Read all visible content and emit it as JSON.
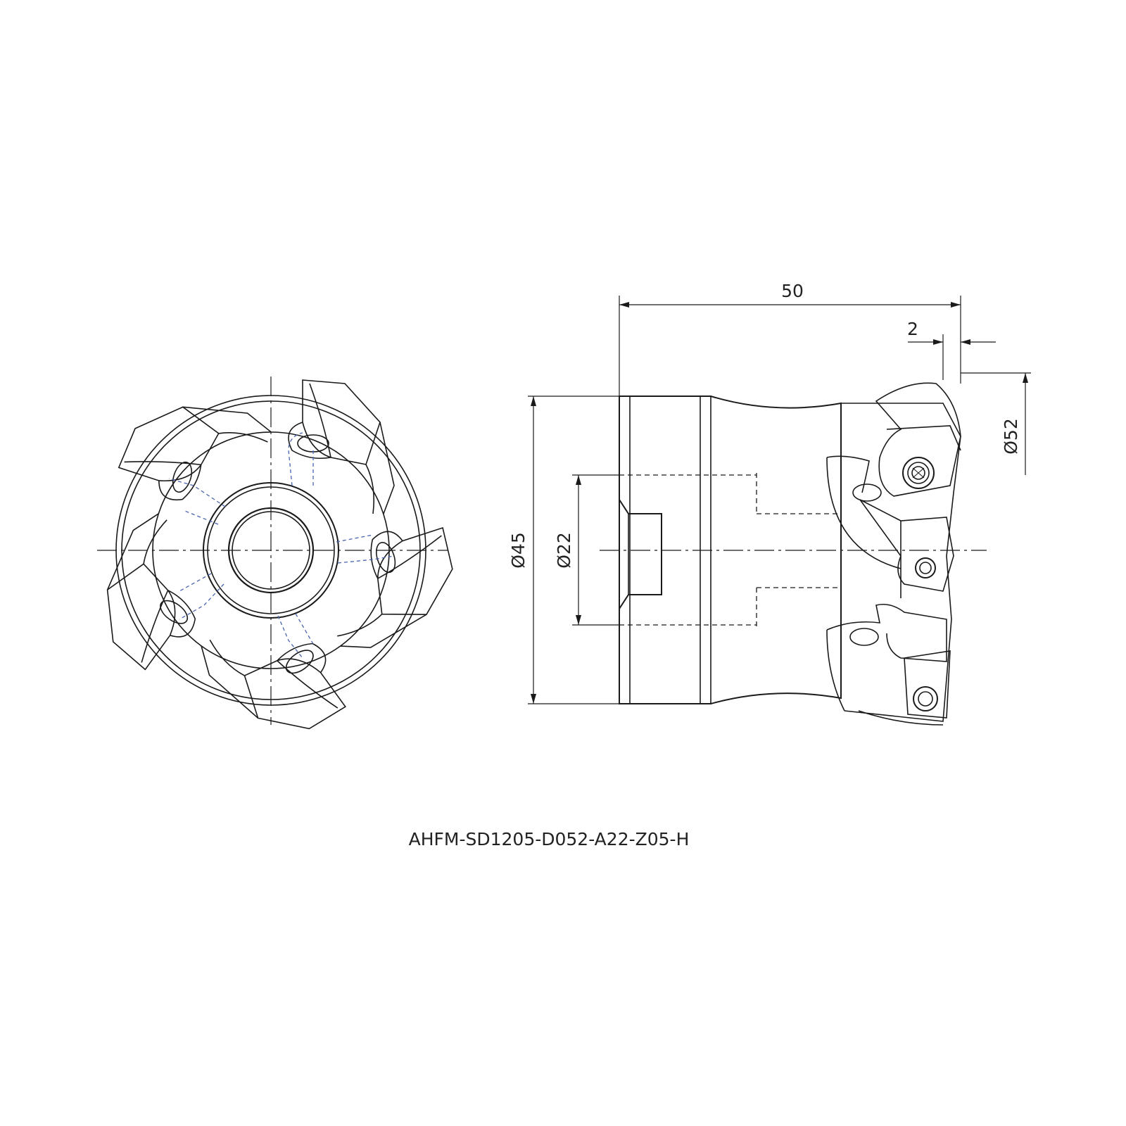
{
  "part_number": "AHFM-SD1205-D052-A22-Z05-H",
  "dimensions": {
    "length": "50",
    "offset": "2",
    "dia_cut": "Ø52",
    "dia_body": "Ø45",
    "dia_bore": "Ø22"
  },
  "colors": {
    "line": "#1a1a1a",
    "hidden_blue": "#4a64b0",
    "hidden_black": "#1a1a1a"
  }
}
